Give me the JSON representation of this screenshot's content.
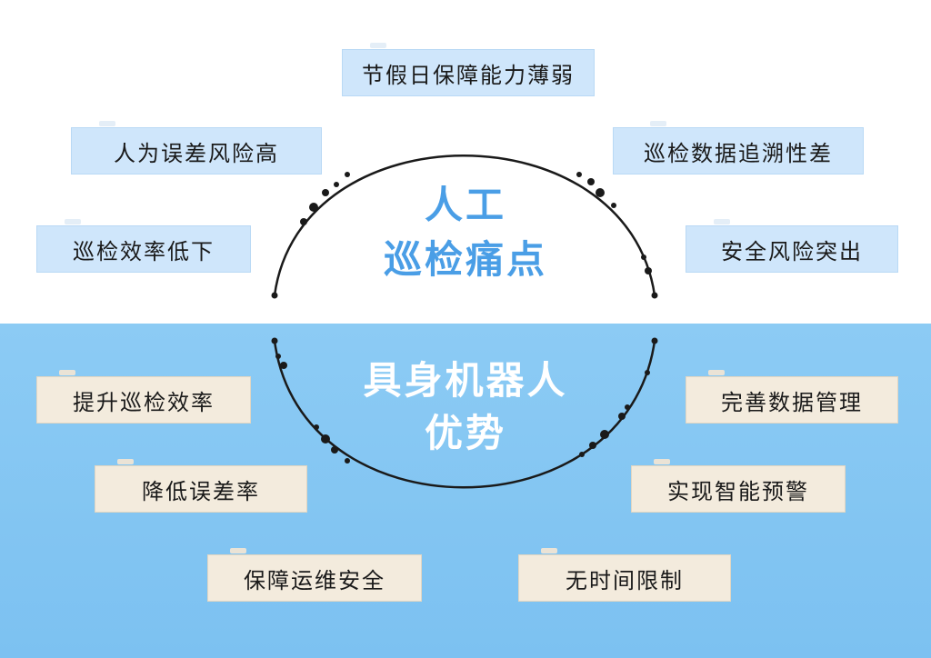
{
  "center": {
    "top_title_line1": "人工",
    "top_title_line2": "巡检痛点",
    "bottom_title_line1": "具身机器人",
    "bottom_title_line2": "优势"
  },
  "pain_points": [
    "节假日保障能力薄弱",
    "人为误差风险高",
    "巡检数据追溯性差",
    "巡检效率低下",
    "安全风险突出"
  ],
  "advantages": [
    "提升巡检效率",
    "完善数据管理",
    "降低误差率",
    "实现智能预警",
    "保障运维安全",
    "无时间限制"
  ],
  "colors": {
    "top_title": "#4a9ee6",
    "bottom_bg": "#8ccbf4",
    "pain_card": "#cfe6fb",
    "advantage_card": "#f3ebdd"
  }
}
